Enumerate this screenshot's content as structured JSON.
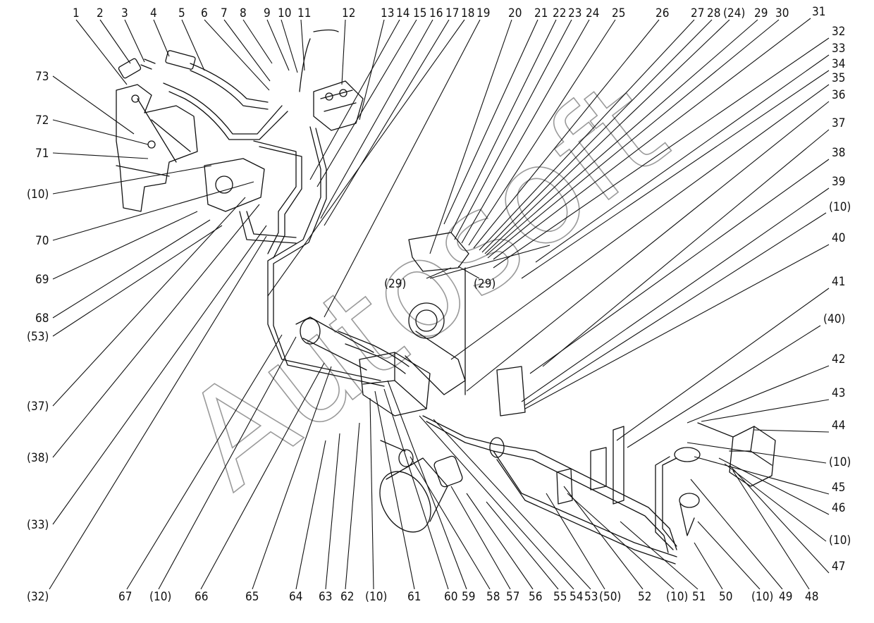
{
  "watermark": "Autosoft",
  "callouts_top": [
    "1",
    "2",
    "3",
    "4",
    "5",
    "6",
    "7",
    "8",
    "9",
    "10",
    "11",
    "12",
    "13",
    "14",
    "15",
    "16",
    "17",
    "18",
    "19",
    "20",
    "21",
    "22",
    "23",
    "24",
    "25",
    "26",
    "27",
    "28",
    "(24)",
    "29",
    "30"
  ],
  "callouts_right": [
    "31",
    "32",
    "33",
    "34",
    "35",
    "36",
    "37",
    "38",
    "39",
    "(10)",
    "40",
    "41",
    "(40)",
    "42",
    "43",
    "44",
    "(10)",
    "45",
    "46",
    "(10)",
    "47"
  ],
  "callouts_bottom": [
    "(32)",
    "67",
    "(10)",
    "66",
    "65",
    "64",
    "63",
    "62",
    "(10)",
    "61",
    "60",
    "59",
    "58",
    "57",
    "56",
    "55",
    "54",
    "53",
    "(50)",
    "52",
    "(10)",
    "51",
    "50",
    "(10)",
    "49",
    "48"
  ],
  "callouts_left": [
    "73",
    "72",
    "71",
    "(10)",
    "70",
    "69",
    "68",
    "(53)",
    "(37)",
    "(38)",
    "(33)"
  ],
  "callouts_inner": [
    "(29)",
    "(29)"
  ]
}
